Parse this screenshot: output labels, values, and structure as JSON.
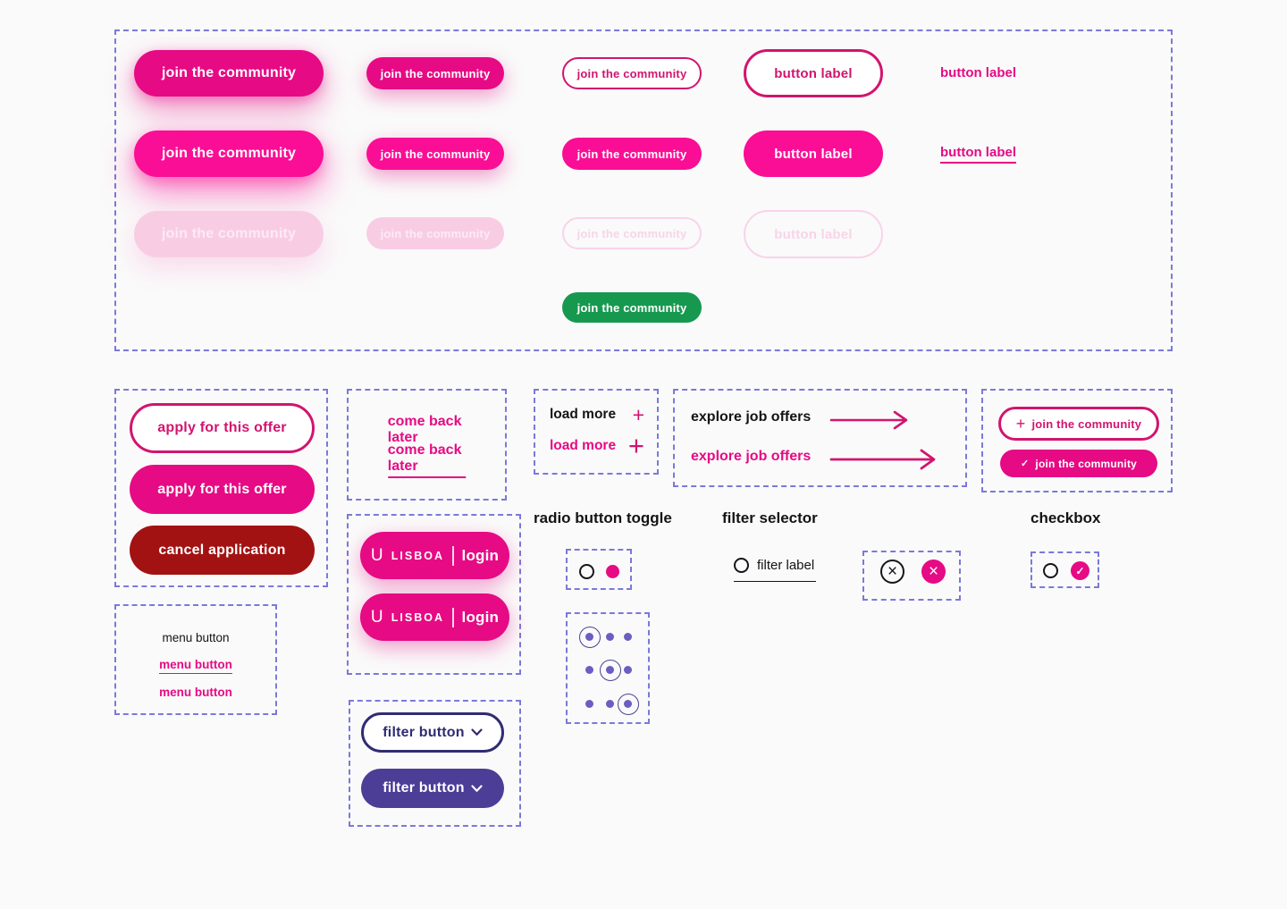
{
  "colors": {
    "primary": "#e60a84",
    "primary_hover": "#fa0e95",
    "pink_stroke": "#d2146f",
    "disabled_bg": "#f8cde4",
    "disabled_text": "#fdeaf5",
    "disabled_stroke": "#f8d4e9",
    "danger": "#a31212",
    "success": "#16994f",
    "purple": "#4c3d96",
    "purple_dark": "#2f2c72",
    "radio_dot": "#6a5ec2",
    "radio_ring": "#4b4191",
    "panel_border": "#7b79da",
    "ink": "#141414"
  },
  "labels": {
    "join_community": "join the community",
    "button_label": "button label",
    "apply_offer": "apply for this offer",
    "cancel_application": "cancel application",
    "come_back_later": "come back later",
    "load_more": "load more",
    "explore_job_offers": "explore job offers",
    "menu_button": "menu button",
    "filter_button": "filter button",
    "filter_label": "filter label"
  },
  "lisboa": {
    "logo": "U",
    "brand": "LISBOA",
    "login": "login"
  },
  "icons": {
    "plus": "+",
    "check": "✓",
    "close": "×"
  },
  "section_titles": {
    "radio_toggle": "radio button toggle",
    "filter_selector": "filter selector",
    "checkbox": "checkbox"
  }
}
